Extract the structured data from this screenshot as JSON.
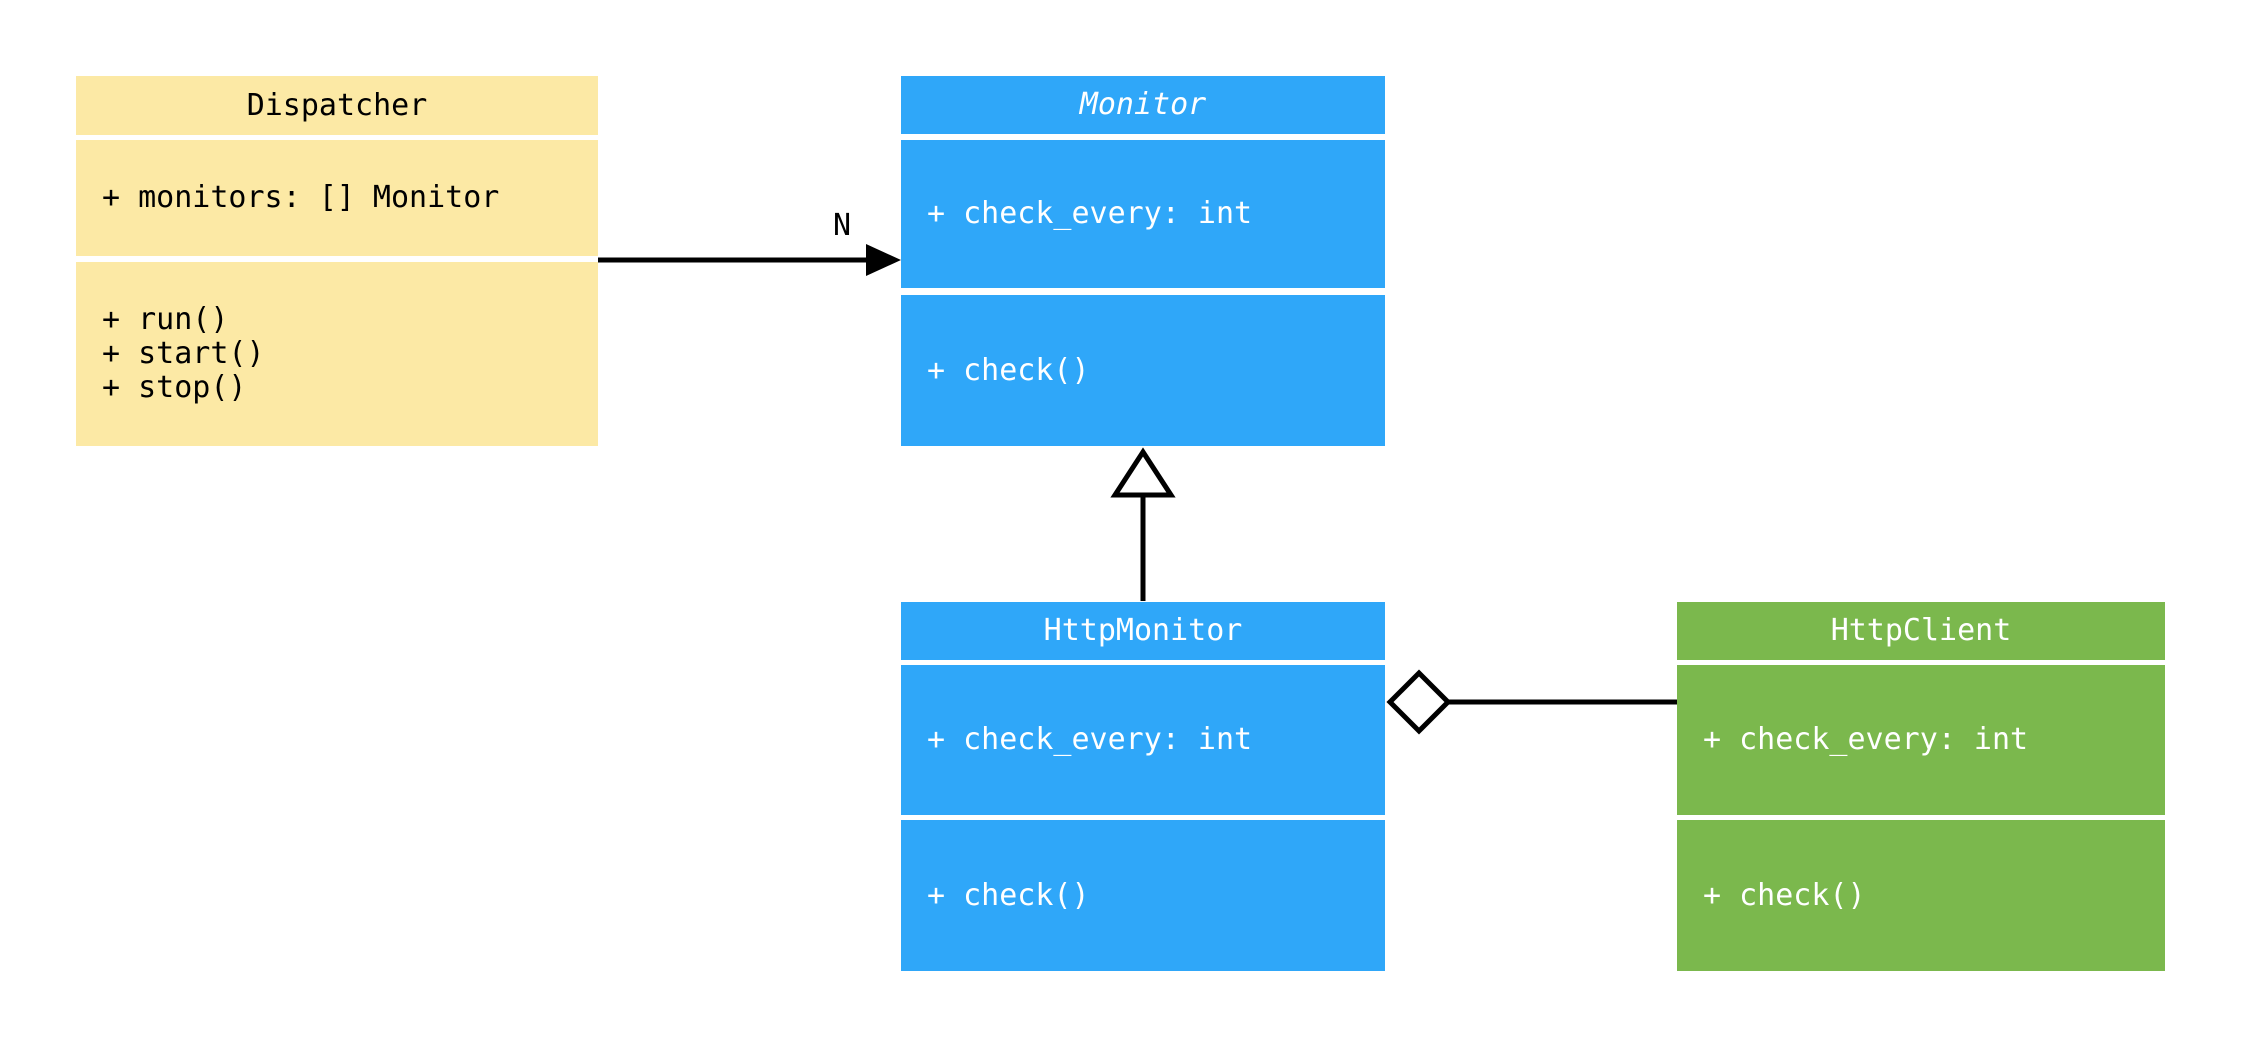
{
  "diagram": {
    "kind": "uml-class-diagram",
    "background": "#ffffff",
    "line_color": "#000000",
    "classes": [
      {
        "id": "dispatcher",
        "name": "Dispatcher",
        "abstract": false,
        "fill": "#FCE9A5",
        "text_color": "#000000",
        "attributes": [
          "+ monitors: [] Monitor"
        ],
        "methods": [
          "+ run()",
          "+ start()",
          "+ stop()"
        ]
      },
      {
        "id": "monitor",
        "name": "Monitor",
        "abstract": true,
        "fill": "#2FA7F9",
        "text_color": "#FFFFFF",
        "attributes": [
          "+ check_every: int"
        ],
        "methods": [
          "+ check()"
        ]
      },
      {
        "id": "http-monitor",
        "name": "HttpMonitor",
        "abstract": false,
        "fill": "#2FA7F9",
        "text_color": "#FFFFFF",
        "attributes": [
          "+ check_every: int"
        ],
        "methods": [
          "+ check()"
        ]
      },
      {
        "id": "http-client",
        "name": "HttpClient",
        "abstract": false,
        "fill": "#7BB84D",
        "text_color": "#FFFFFF",
        "attributes": [
          "+ check_every: int"
        ],
        "methods": [
          "+ check()"
        ]
      }
    ],
    "relationships": [
      {
        "from": "Dispatcher",
        "to": "Monitor",
        "type": "association",
        "label": "N"
      },
      {
        "from": "HttpMonitor",
        "to": "Monitor",
        "type": "inheritance",
        "label": ""
      },
      {
        "from": "HttpMonitor",
        "to": "HttpClient",
        "type": "aggregation",
        "label": ""
      }
    ]
  }
}
